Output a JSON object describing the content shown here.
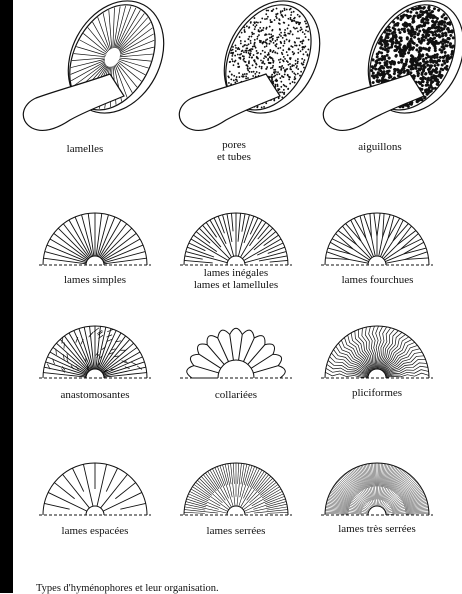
{
  "mushrooms": [
    {
      "id": "lamelles",
      "label_lines": [
        "lamelles"
      ],
      "surface": "gills"
    },
    {
      "id": "pores",
      "label_lines": [
        "pores",
        "et tubes"
      ],
      "surface": "pores"
    },
    {
      "id": "aiguillons",
      "label_lines": [
        "aiguillons"
      ],
      "surface": "spines"
    }
  ],
  "fans": [
    {
      "id": "lames-simples",
      "label_lines": [
        "lames simples"
      ],
      "style": "simple"
    },
    {
      "id": "lames-inegales",
      "label_lines": [
        "lames inégales",
        "lames et lamellules"
      ],
      "style": "unequal"
    },
    {
      "id": "lames-fourchues",
      "label_lines": [
        "lames fourchues"
      ],
      "style": "forked"
    },
    {
      "id": "anastomosantes",
      "label_lines": [
        "anastomosantes"
      ],
      "style": "anastomosing"
    },
    {
      "id": "collariees",
      "label_lines": [
        "collariées"
      ],
      "style": "collar"
    },
    {
      "id": "pliciformes",
      "label_lines": [
        "pliciformes"
      ],
      "style": "plicate"
    },
    {
      "id": "lames-espacees",
      "label_lines": [
        "lames espacées"
      ],
      "style": "spaced"
    },
    {
      "id": "lames-serrees",
      "label_lines": [
        "lames serrées"
      ],
      "style": "crowded"
    },
    {
      "id": "lames-tres-serrees",
      "label_lines": [
        "lames très serrées"
      ],
      "style": "very-crowded"
    }
  ],
  "caption": "Types d'hyménophores et leur organisation."
}
